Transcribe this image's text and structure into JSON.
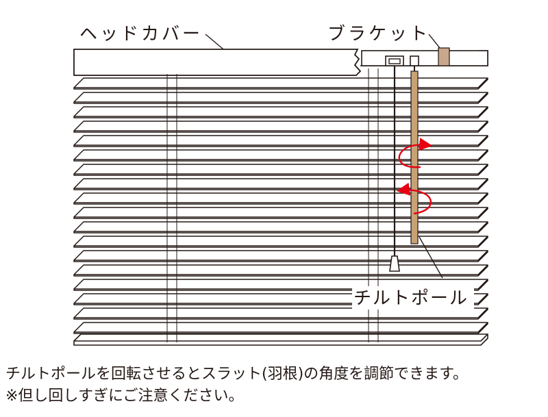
{
  "labels": {
    "head_cover": "ヘッドカバー",
    "bracket": "ブラケット",
    "tilt_pole": "チルトポール"
  },
  "caption": {
    "line1": "チルトポールを回転させるとスラット(羽根)の角度を調節できます。",
    "line2": "※但し回しすぎにご注意ください。"
  },
  "diagram": {
    "slat_count": 18,
    "colors": {
      "line": "#231815",
      "tilt_pole": "#c8a275",
      "bracket": "#c9a78d",
      "rotation_arrows": "#e60012"
    },
    "icons": [
      "rotation-arrow-icon",
      "rotation-arrow-icon"
    ]
  }
}
